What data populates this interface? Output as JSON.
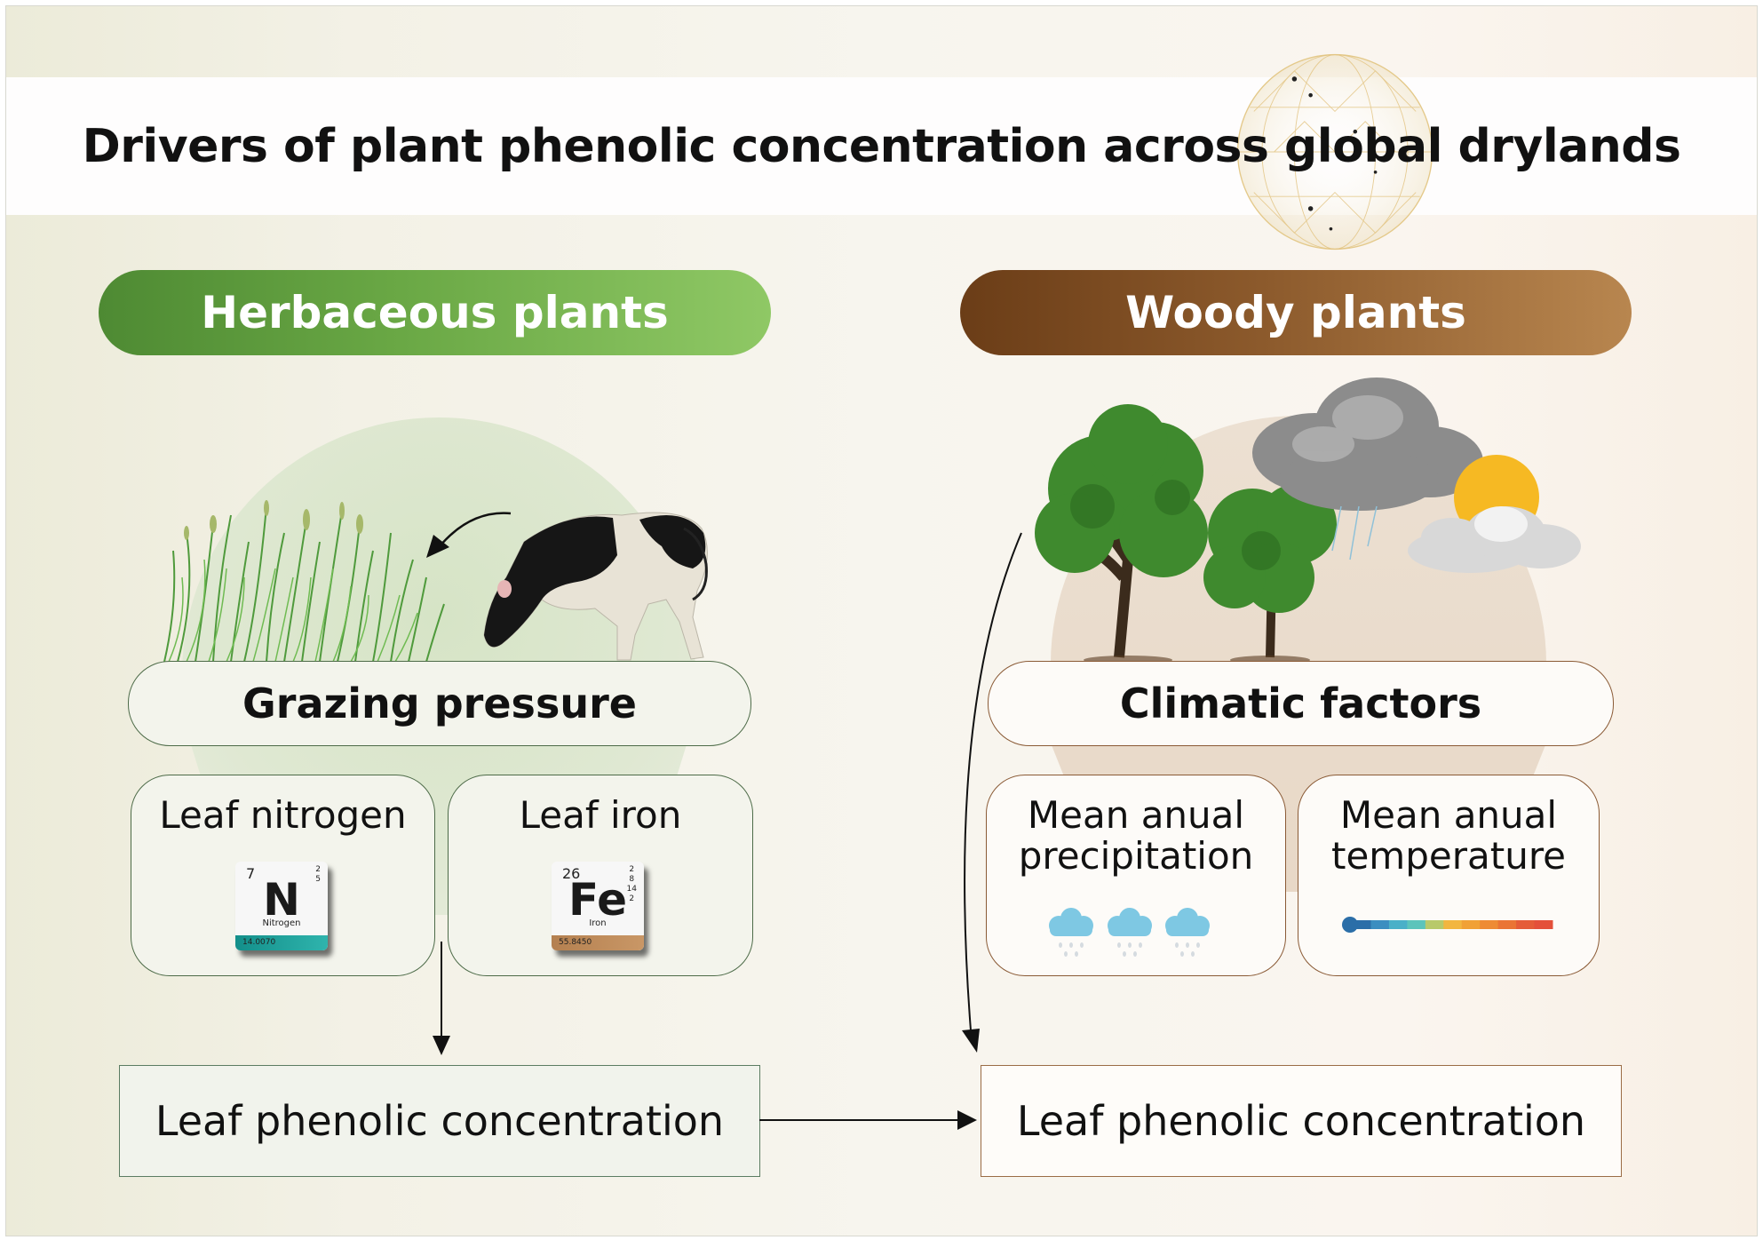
{
  "title": "Drivers of plant phenolic concentration across global drylands",
  "left": {
    "header": "Herbaceous plants",
    "header_color": "#6aa845",
    "illustration": [
      "grass-icon",
      "grazing-cow-icon"
    ],
    "driver": "Grazing pressure",
    "factors": [
      {
        "label": "Leaf nitrogen",
        "element": {
          "number": "7",
          "symbol": "N",
          "name": "Nitrogen",
          "mass": "14.0070",
          "shells": [
            "2",
            "5"
          ],
          "color": "#1fa39d"
        }
      },
      {
        "label": "Leaf iron",
        "element": {
          "number": "26",
          "symbol": "Fe",
          "name": "Iron",
          "mass": "55.8450",
          "shells": [
            "2",
            "8",
            "14",
            "2"
          ],
          "color": "#bd8a5a"
        }
      }
    ],
    "outcome": "Leaf phenolic concentration"
  },
  "right": {
    "header": "Woody plants",
    "header_color": "#8c5a2c",
    "illustration": [
      "tree-icon",
      "rain-cloud-icon",
      "sun-cloud-icon"
    ],
    "driver": "Climatic factors",
    "factors": [
      {
        "label": "Mean anual precipitation",
        "icon": "rain-cloud-icon"
      },
      {
        "label": "Mean anual temperature",
        "icon": "thermometer-icon"
      }
    ],
    "outcome": "Leaf phenolic concentration"
  },
  "arrows": [
    {
      "from": "grazing-pressure",
      "to": "left-outcome"
    },
    {
      "from": "grazing-cow",
      "to": "grass"
    },
    {
      "from": "woody-plants",
      "to": "right-outcome"
    },
    {
      "from": "left-outcome",
      "to": "right-outcome"
    }
  ],
  "thermo_colors": [
    "#2b6ea8",
    "#3b8ec0",
    "#4ab0c8",
    "#5cc4bb",
    "#b8c96a",
    "#f2b640",
    "#f1a136",
    "#ee8b35",
    "#ea7435",
    "#e55c38",
    "#e4503a"
  ]
}
